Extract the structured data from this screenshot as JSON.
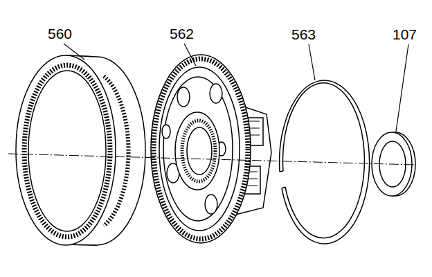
{
  "diagram": {
    "labels": [
      "560",
      "562",
      "563",
      "107"
    ]
  }
}
